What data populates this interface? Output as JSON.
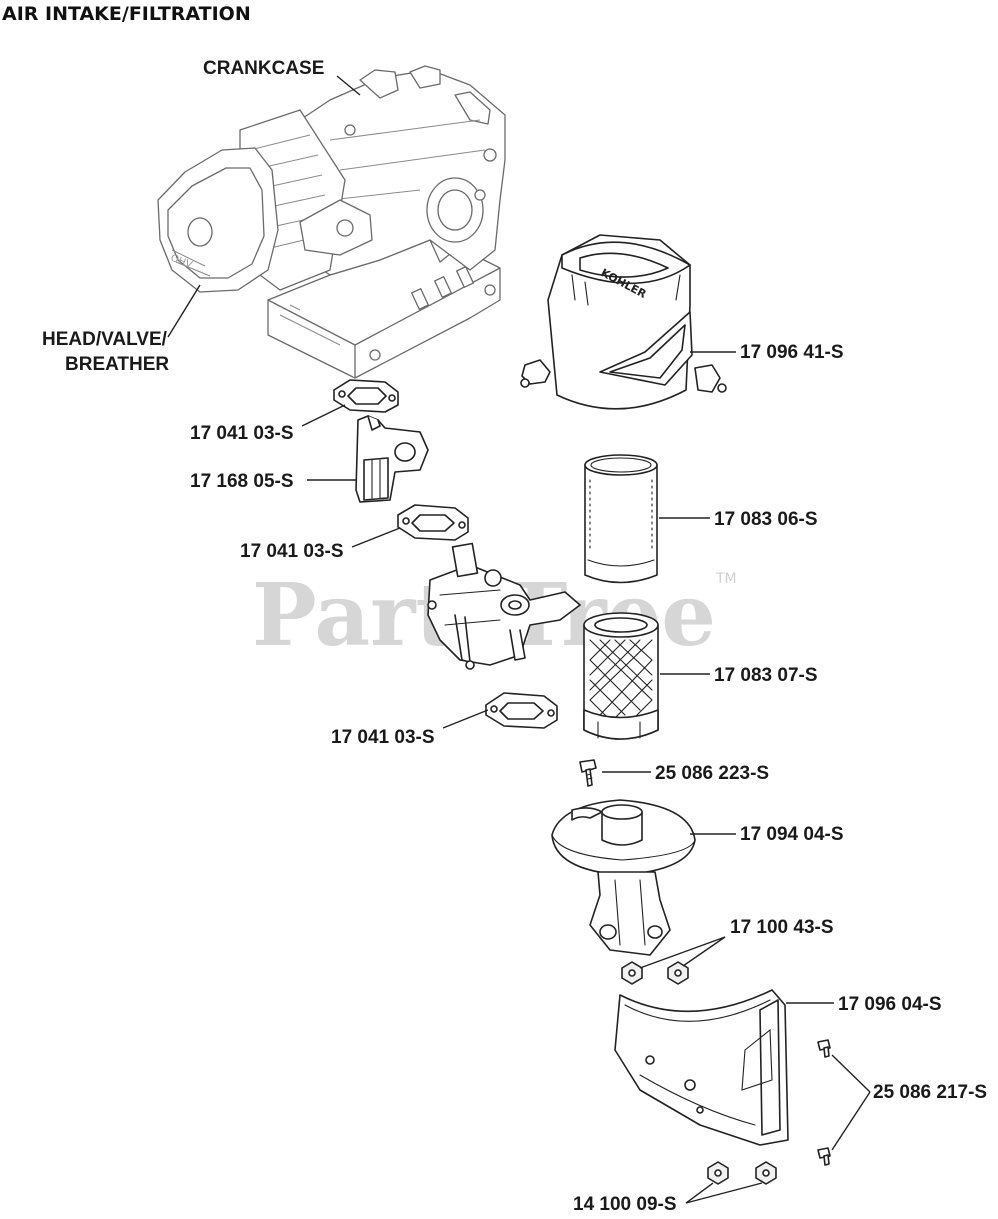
{
  "title": "AIR INTAKE/FILTRATION",
  "watermark": {
    "text": "PartsTree",
    "tm": "TM"
  },
  "callouts": {
    "crankcase": "CRANKCASE",
    "head_line1": "HEAD/VALVE/",
    "head_line2": "BREATHER",
    "gasket_top": "17 041 03-S",
    "spacer": "17 168 05-S",
    "gasket_mid": "17 041 03-S",
    "gasket_low": "17 041 03-S",
    "cover": "17 096 41-S",
    "precleaner": "17 083 06-S",
    "element": "17 083 07-S",
    "screw": "25 086 223-S",
    "base": "17 094 04-S",
    "nuts_base": "17 100 43-S",
    "shield": "17 096 04-S",
    "screws_shield": "25 086 217-S",
    "nuts_shield": "14 100 09-S"
  },
  "cover_brand": "KOHLER"
}
